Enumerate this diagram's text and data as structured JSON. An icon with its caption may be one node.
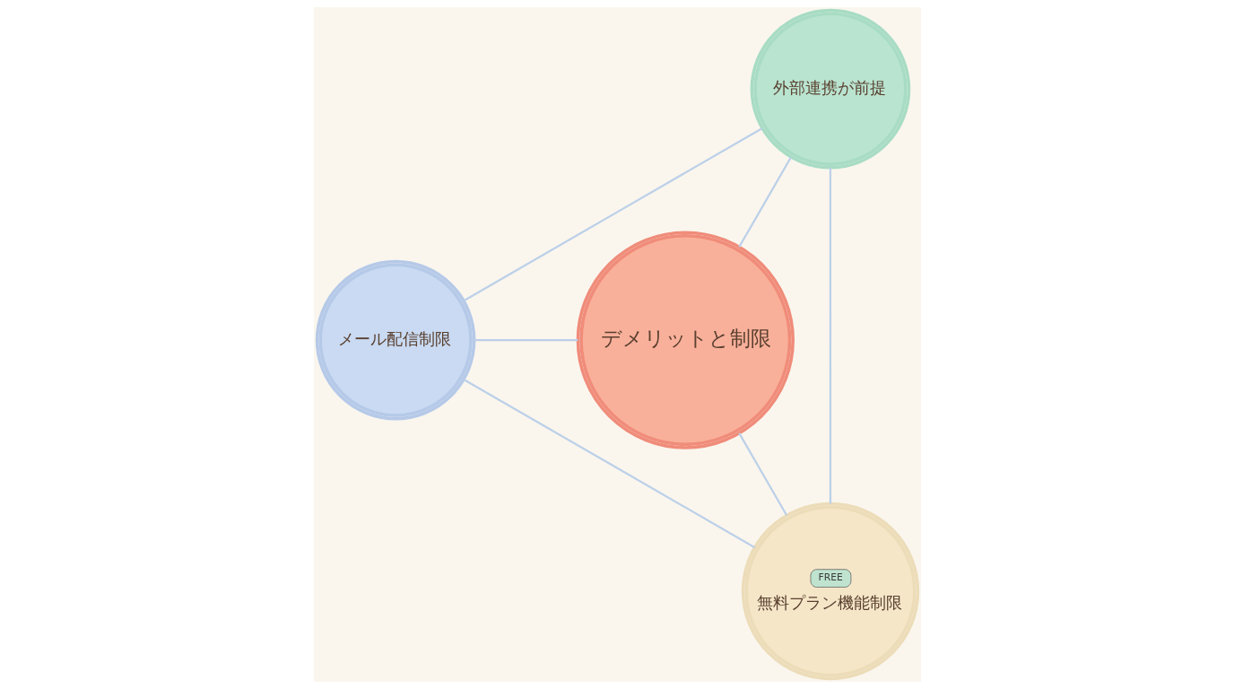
{
  "diagram": {
    "nodes": [
      {
        "text": [
          "デメリットと制限"
        ]
      },
      {
        "text": [
          "メール配信制限"
        ]
      },
      {
        "text": [
          "外部連携が前提"
        ]
      },
      {
        "text": [
          "FREE",
          "無料プラン機能制限"
        ]
      }
    ],
    "edges": [
      {
        "from": 0,
        "to": 1,
        "arrow": "none"
      },
      {
        "from": 0,
        "to": 2,
        "arrow": "none"
      },
      {
        "from": 0,
        "to": 3,
        "arrow": "none"
      },
      {
        "from": 1,
        "to": 2,
        "arrow": "none"
      },
      {
        "from": 2,
        "to": 3,
        "arrow": "none"
      },
      {
        "from": 3,
        "to": 1,
        "arrow": "none"
      }
    ]
  }
}
